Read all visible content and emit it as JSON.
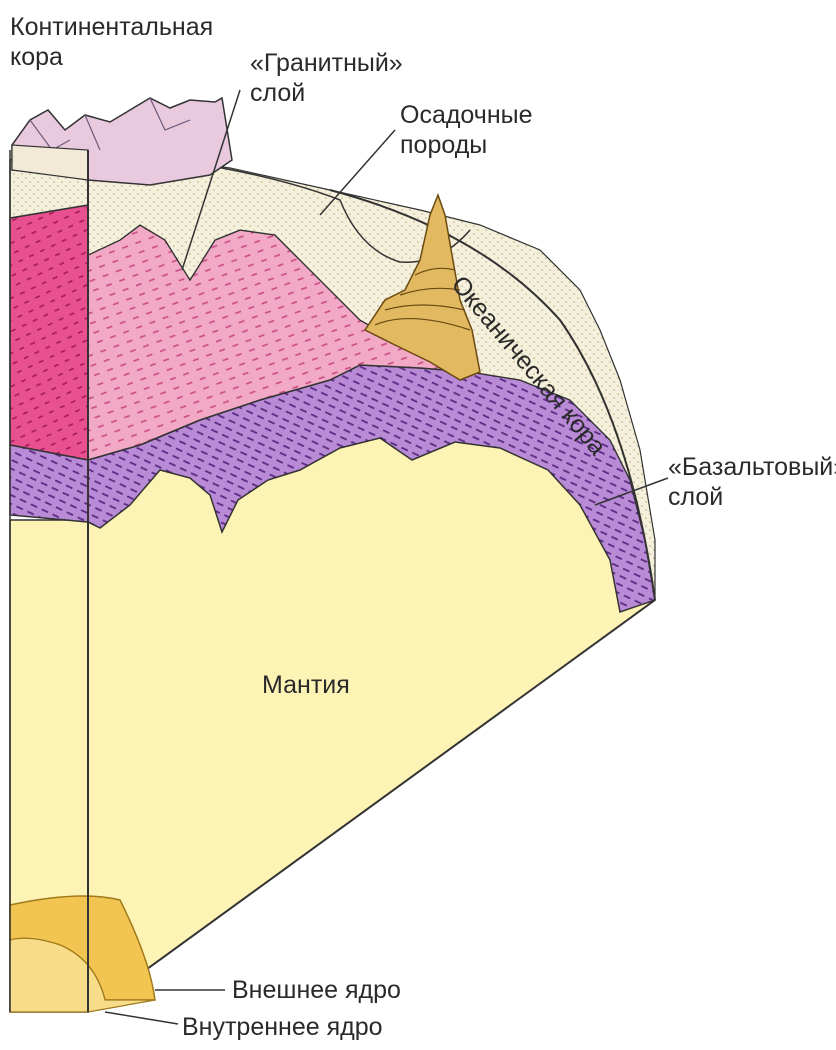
{
  "labels": {
    "continental_crust": [
      "Континентальная",
      "кора"
    ],
    "granite_layer": [
      "«Гранитный»",
      "слой"
    ],
    "sedimentary_rocks": [
      "Осадочные",
      "породы"
    ],
    "oceanic_crust": "Океаническая кора",
    "basalt_layer": [
      "«Базальтовый»",
      "слой"
    ],
    "mantle": "Мантия",
    "outer_core": "Внешнее ядро",
    "inner_core": "Внутреннее ядро"
  },
  "colors": {
    "mantle": "#fdf3b4",
    "granite": "#f2a9c6",
    "granite_front": "#e9508f",
    "basalt": "#b98ad6",
    "sediment": "#f4f0dc",
    "mountain": "#e8c9de",
    "sediment_cone": "#e2b860",
    "outer_core": "#f2c552",
    "outline": "#333333"
  }
}
